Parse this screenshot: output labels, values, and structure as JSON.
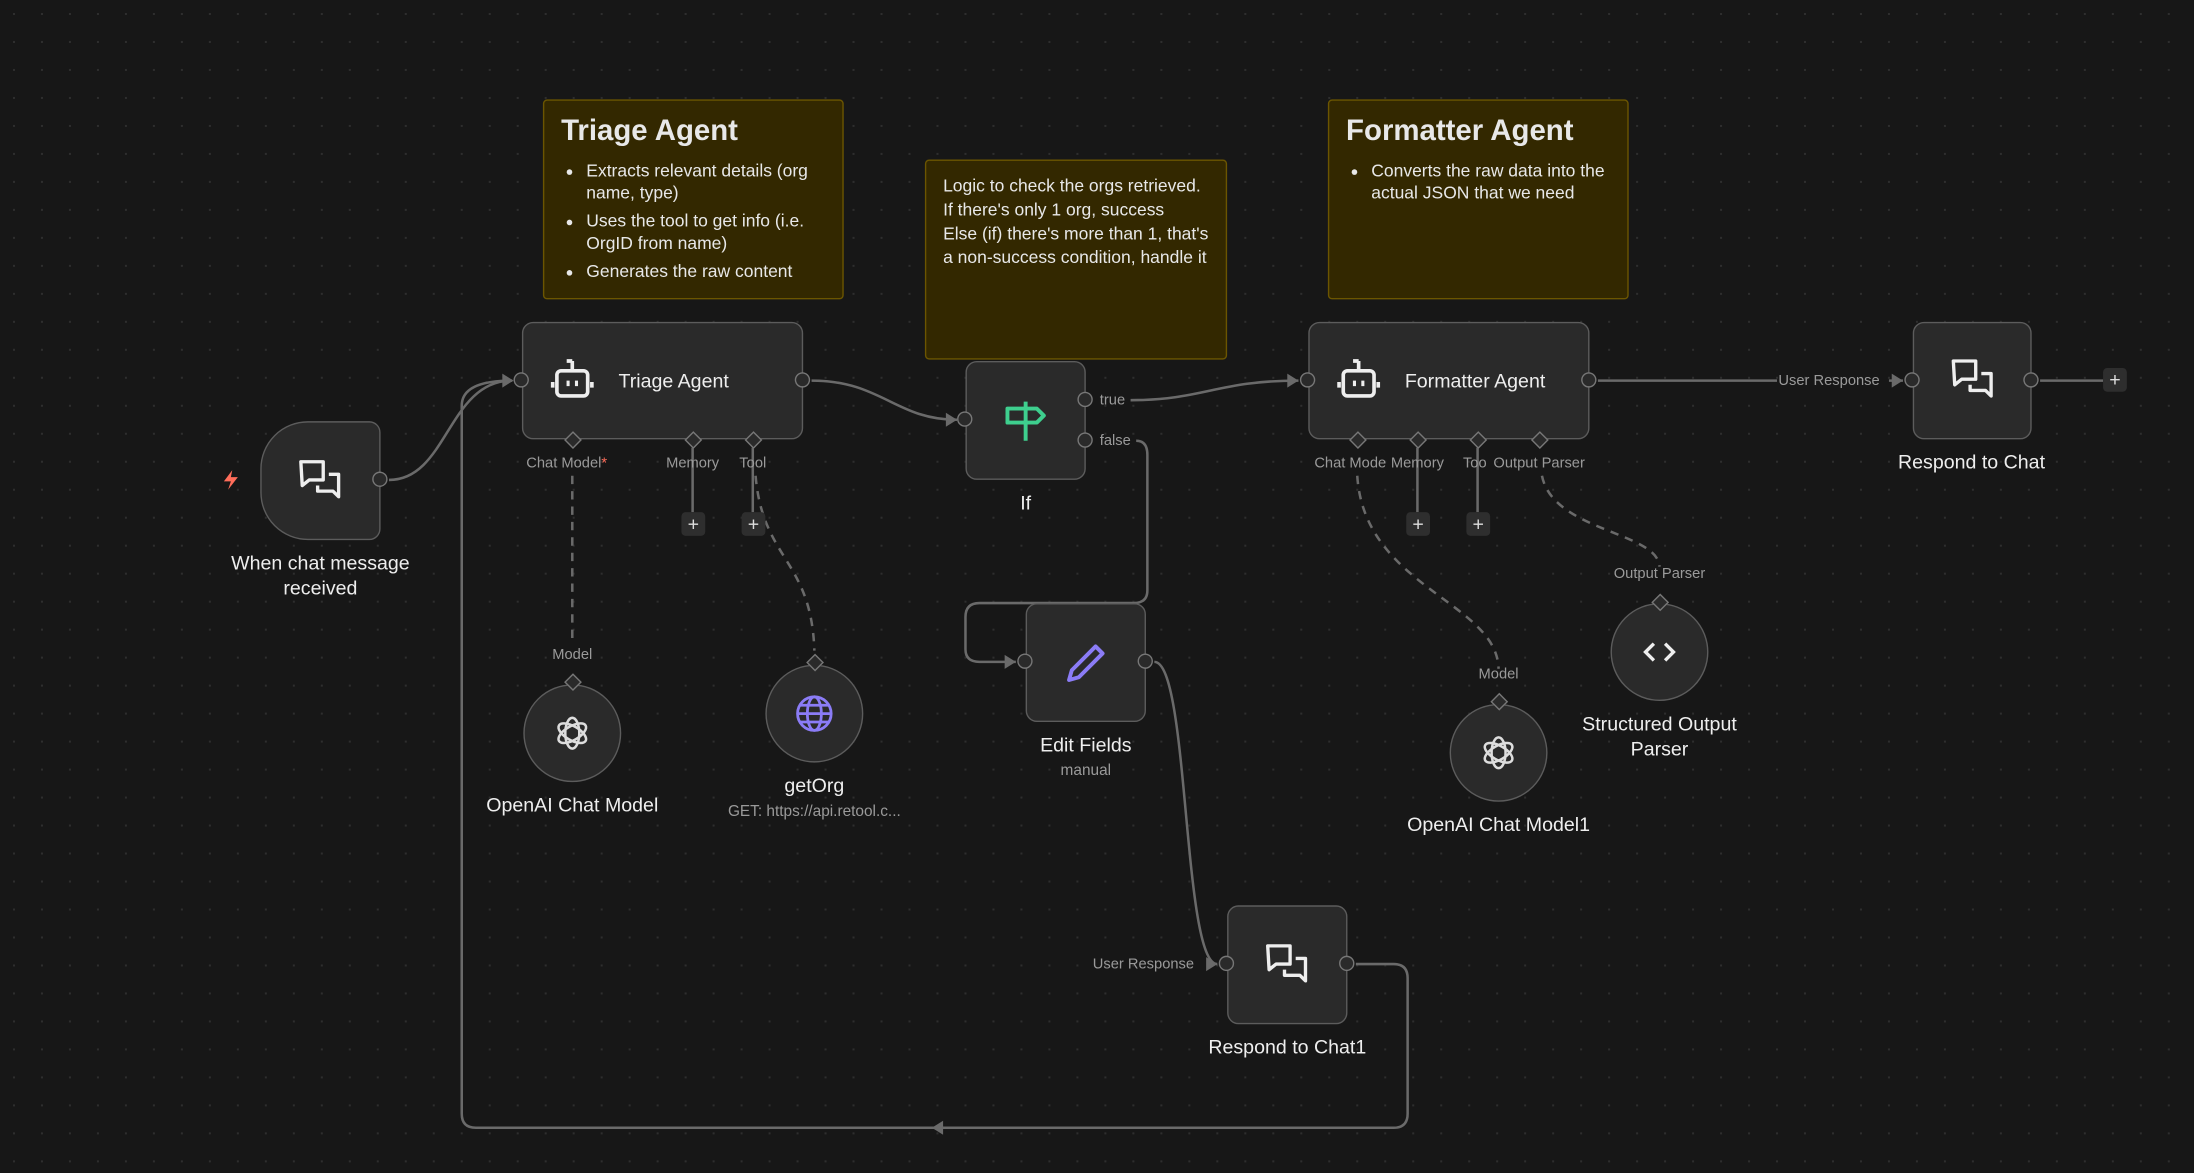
{
  "canvas": {
    "background": "#171717",
    "node_bg": "#2a2a2a",
    "sticky_bg": "#332800",
    "accent_green": "#3ecf8e",
    "accent_purple": "#8b7cf6",
    "trigger_color": "#ff6d5a"
  },
  "stickies": [
    {
      "title": "Triage Agent",
      "items": [
        "Extracts relevant details (org name, type)",
        "Uses the tool to get info (i.e. OrgID from name)",
        "Generates the raw content"
      ]
    },
    {
      "lines": [
        "Logic to check the orgs retrieved.",
        "If there's only 1 org, success",
        "Else (if) there's more than 1, that's a non-success condition, handle it"
      ]
    },
    {
      "title": "Formatter Agent",
      "items": [
        "Converts the raw data into the actual JSON that we need"
      ]
    }
  ],
  "nodes": {
    "trigger": {
      "label": "When chat message received",
      "icon": "chat-bubbles-icon"
    },
    "triage": {
      "label": "Triage Agent",
      "icon": "robot-icon",
      "ports": [
        "Chat Model",
        "Memory",
        "Tool"
      ],
      "required_mark": "*"
    },
    "if": {
      "label": "If",
      "icon": "signpost-icon",
      "outputs": [
        "true",
        "false"
      ]
    },
    "formatter": {
      "label": "Formatter Agent",
      "icon": "robot-icon",
      "ports": [
        "Chat Mode",
        "Memory",
        "Too",
        "Output Parser"
      ]
    },
    "respond": {
      "label": "Respond to Chat",
      "input_label": "User Response",
      "icon": "chat-bubbles-icon"
    },
    "edit": {
      "label": "Edit Fields",
      "sub": "manual",
      "icon": "pencil-icon"
    },
    "respond1": {
      "label": "Respond to Chat1",
      "input_label": "User Response",
      "icon": "chat-bubbles-icon"
    },
    "openai": {
      "label": "OpenAI Chat Model",
      "port": "Model",
      "icon": "openai-icon"
    },
    "getorg": {
      "label": "getOrg",
      "sub": "GET: https://api.retool.c...",
      "icon": "globe-icon"
    },
    "openai1": {
      "label": "OpenAI Chat Model1",
      "port": "Model",
      "icon": "openai-icon"
    },
    "parser": {
      "label": "Structured Output Parser",
      "port": "Output Parser",
      "icon": "code-brackets-icon"
    }
  },
  "plus": "+"
}
